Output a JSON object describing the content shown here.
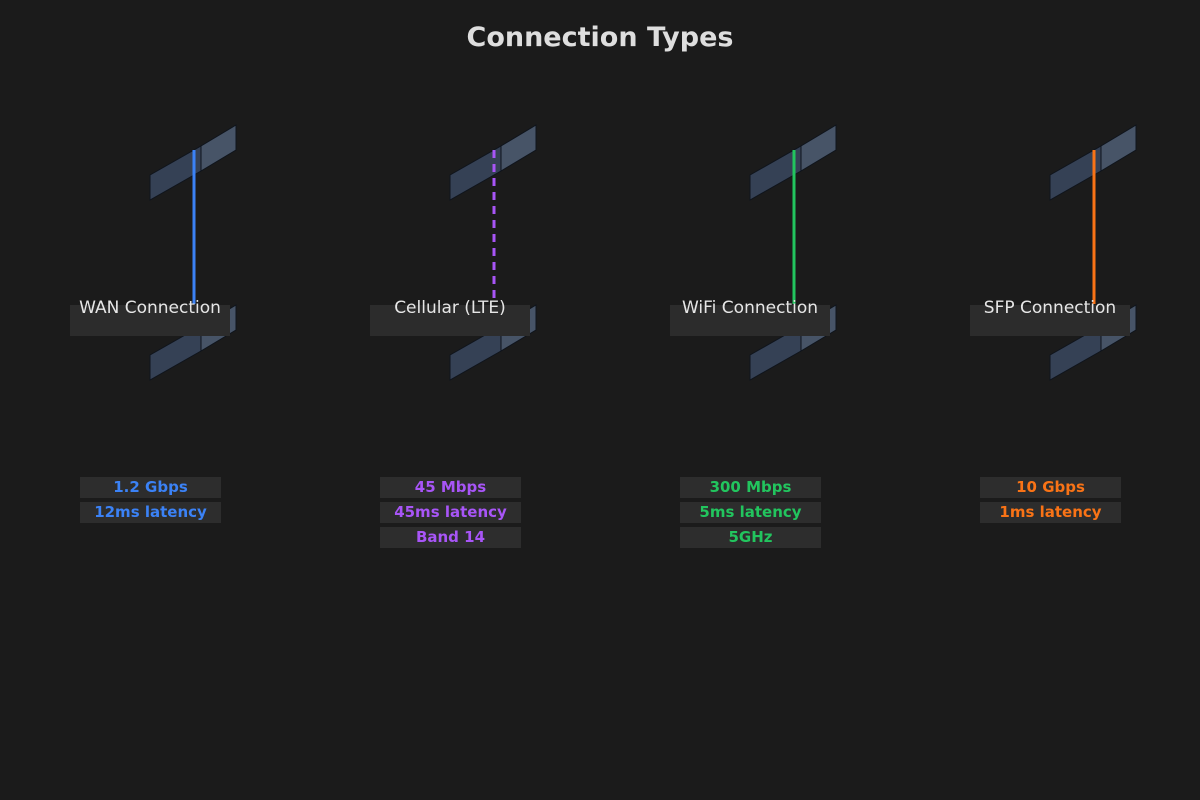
{
  "title": "Connection Types",
  "connections": [
    {
      "label": "WAN Connection",
      "color": "#3b82f6",
      "line_style": "solid",
      "icon": "wan-link-icon",
      "stats": [
        "1.2 Gbps",
        "12ms latency"
      ]
    },
    {
      "label": "Cellular (LTE)",
      "color": "#a855f7",
      "line_style": "dashed",
      "icon": "cellular-link-icon",
      "stats": [
        "45 Mbps",
        "45ms latency",
        "Band 14"
      ]
    },
    {
      "label": "WiFi Connection",
      "color": "#22c55e",
      "line_style": "solid",
      "icon": "wifi-link-icon",
      "stats": [
        "300 Mbps",
        "5ms latency",
        "5GHz"
      ]
    },
    {
      "label": "SFP Connection",
      "color": "#f97316",
      "line_style": "solid",
      "icon": "sfp-link-icon",
      "stats": [
        "10 Gbps",
        "1ms latency"
      ]
    }
  ]
}
